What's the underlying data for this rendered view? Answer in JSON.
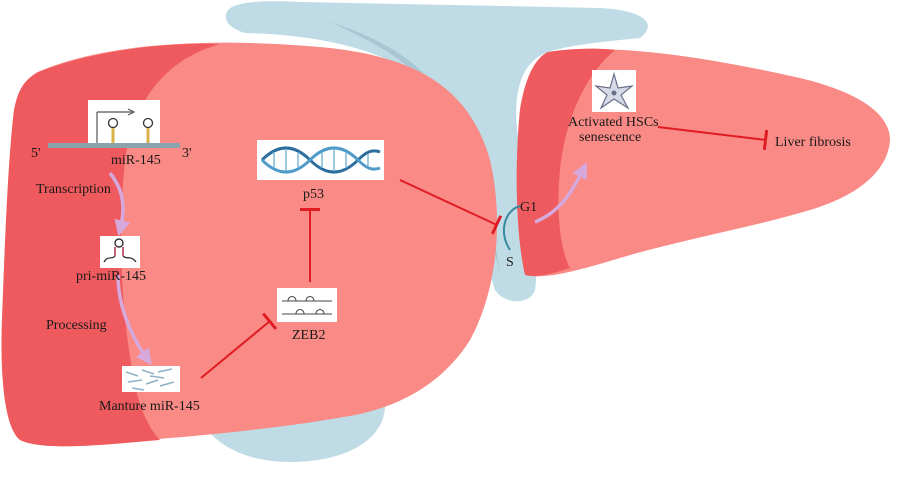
{
  "diagram": {
    "labels": {
      "five_prime": "5'",
      "three_prime": "3'",
      "mir145": "miR-145",
      "transcription": "Transcription",
      "pri_mir": "pri-miR-145",
      "processing": "Processing",
      "mature": "Manture miR-145",
      "zeb2": "ZEB2",
      "p53": "p53",
      "g1": "G1",
      "s": "S",
      "activated_line1": "Activated HSCs",
      "activated_line2": "senescence",
      "liver_fibrosis": "Liver fibrosis"
    },
    "icons": {
      "gene": "gene-hairpin-icon",
      "dna": "dna-helix-icon",
      "pri": "pri-mirna-hairpin-icon",
      "mature": "mature-mirna-icon",
      "zeb2": "zeb2-protein-icon",
      "hsc": "stellate-cell-icon"
    },
    "colors": {
      "liver_light": "#f98a86",
      "liver_dark": "#ef5a5e",
      "gallbladder": "#bfdbe6",
      "inhibit": "#e01b22",
      "promote": "#d7a8dc",
      "dna": "#2c6e9e"
    }
  }
}
